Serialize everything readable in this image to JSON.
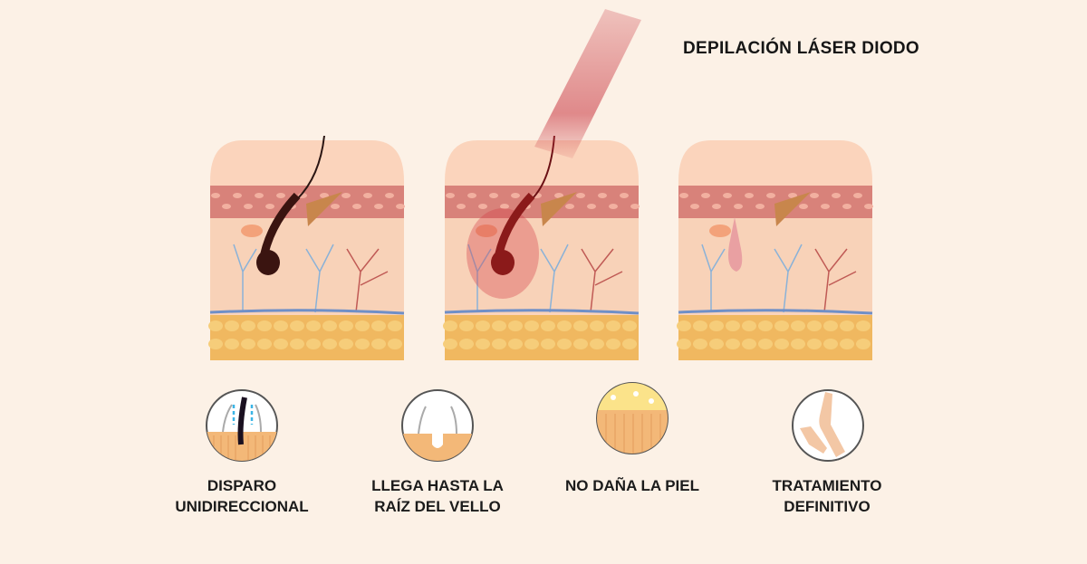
{
  "title": "DEPILACIÓN LÁSER DIODO",
  "stages": [
    {
      "name": "hair-present"
    },
    {
      "name": "laser-applied"
    },
    {
      "name": "hair-removed"
    }
  ],
  "benefits": [
    {
      "line1": "DISPARO",
      "line2": "UNIDIRECCIONAL",
      "icon": "hair-follicle-arrows-icon"
    },
    {
      "line1": "LLEGA HASTA LA",
      "line2": "RAÍZ DEL VELLO",
      "icon": "empty-follicle-icon"
    },
    {
      "line1": "NO DAÑA LA PIEL",
      "line2": "",
      "icon": "skin-layer-icon"
    },
    {
      "line1": "TRATAMIENTO",
      "line2": "DEFINITIVO",
      "icon": "leg-icon"
    }
  ],
  "colors": {
    "background": "#fcf1e6",
    "skin_top": "#f6c3a5",
    "dermis_band": "#d8827a",
    "fat": "#f0b860",
    "laser": "#c8343f"
  }
}
